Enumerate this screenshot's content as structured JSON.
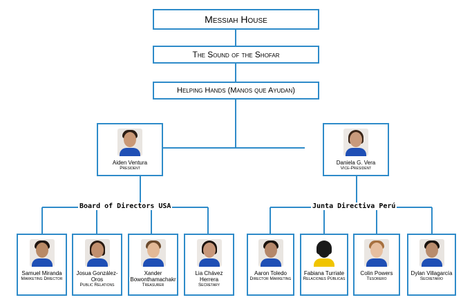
{
  "org": {
    "top": "Messiah House",
    "second": "The Sound of the Shofar",
    "third": "Helping Hands (Manos que Ayudan)"
  },
  "leaders": [
    {
      "name": "Aiden Ventura",
      "role": "President"
    },
    {
      "name": "Daniela G. Vera",
      "role": "Vice-President"
    }
  ],
  "sections": {
    "usa": "Board of Directors USA",
    "peru": "Junta Directiva Perú"
  },
  "usa_members": [
    {
      "name": "Samuel Miranda",
      "role": "Marketing Director"
    },
    {
      "name": "Josua González-Oros",
      "role": "Public Relations"
    },
    {
      "name": "Xander Bowonthamachakr",
      "role": "Treasurer"
    },
    {
      "name": "Lia Chávez Herrera",
      "role": "Secretary"
    }
  ],
  "peru_members": [
    {
      "name": "Aaron Toledo",
      "role": "Director Marketing"
    },
    {
      "name": "Fabiana Turriate",
      "role": "Relaciones Públicas"
    },
    {
      "name": "Colin Powers",
      "role": "Tesorero"
    },
    {
      "name": "Dylan Villagarcía",
      "role": "Secretario"
    }
  ],
  "colors": {
    "border": "#2e8bc9",
    "connector": "#2e8bc9",
    "shirt": "#1f4fb5"
  }
}
